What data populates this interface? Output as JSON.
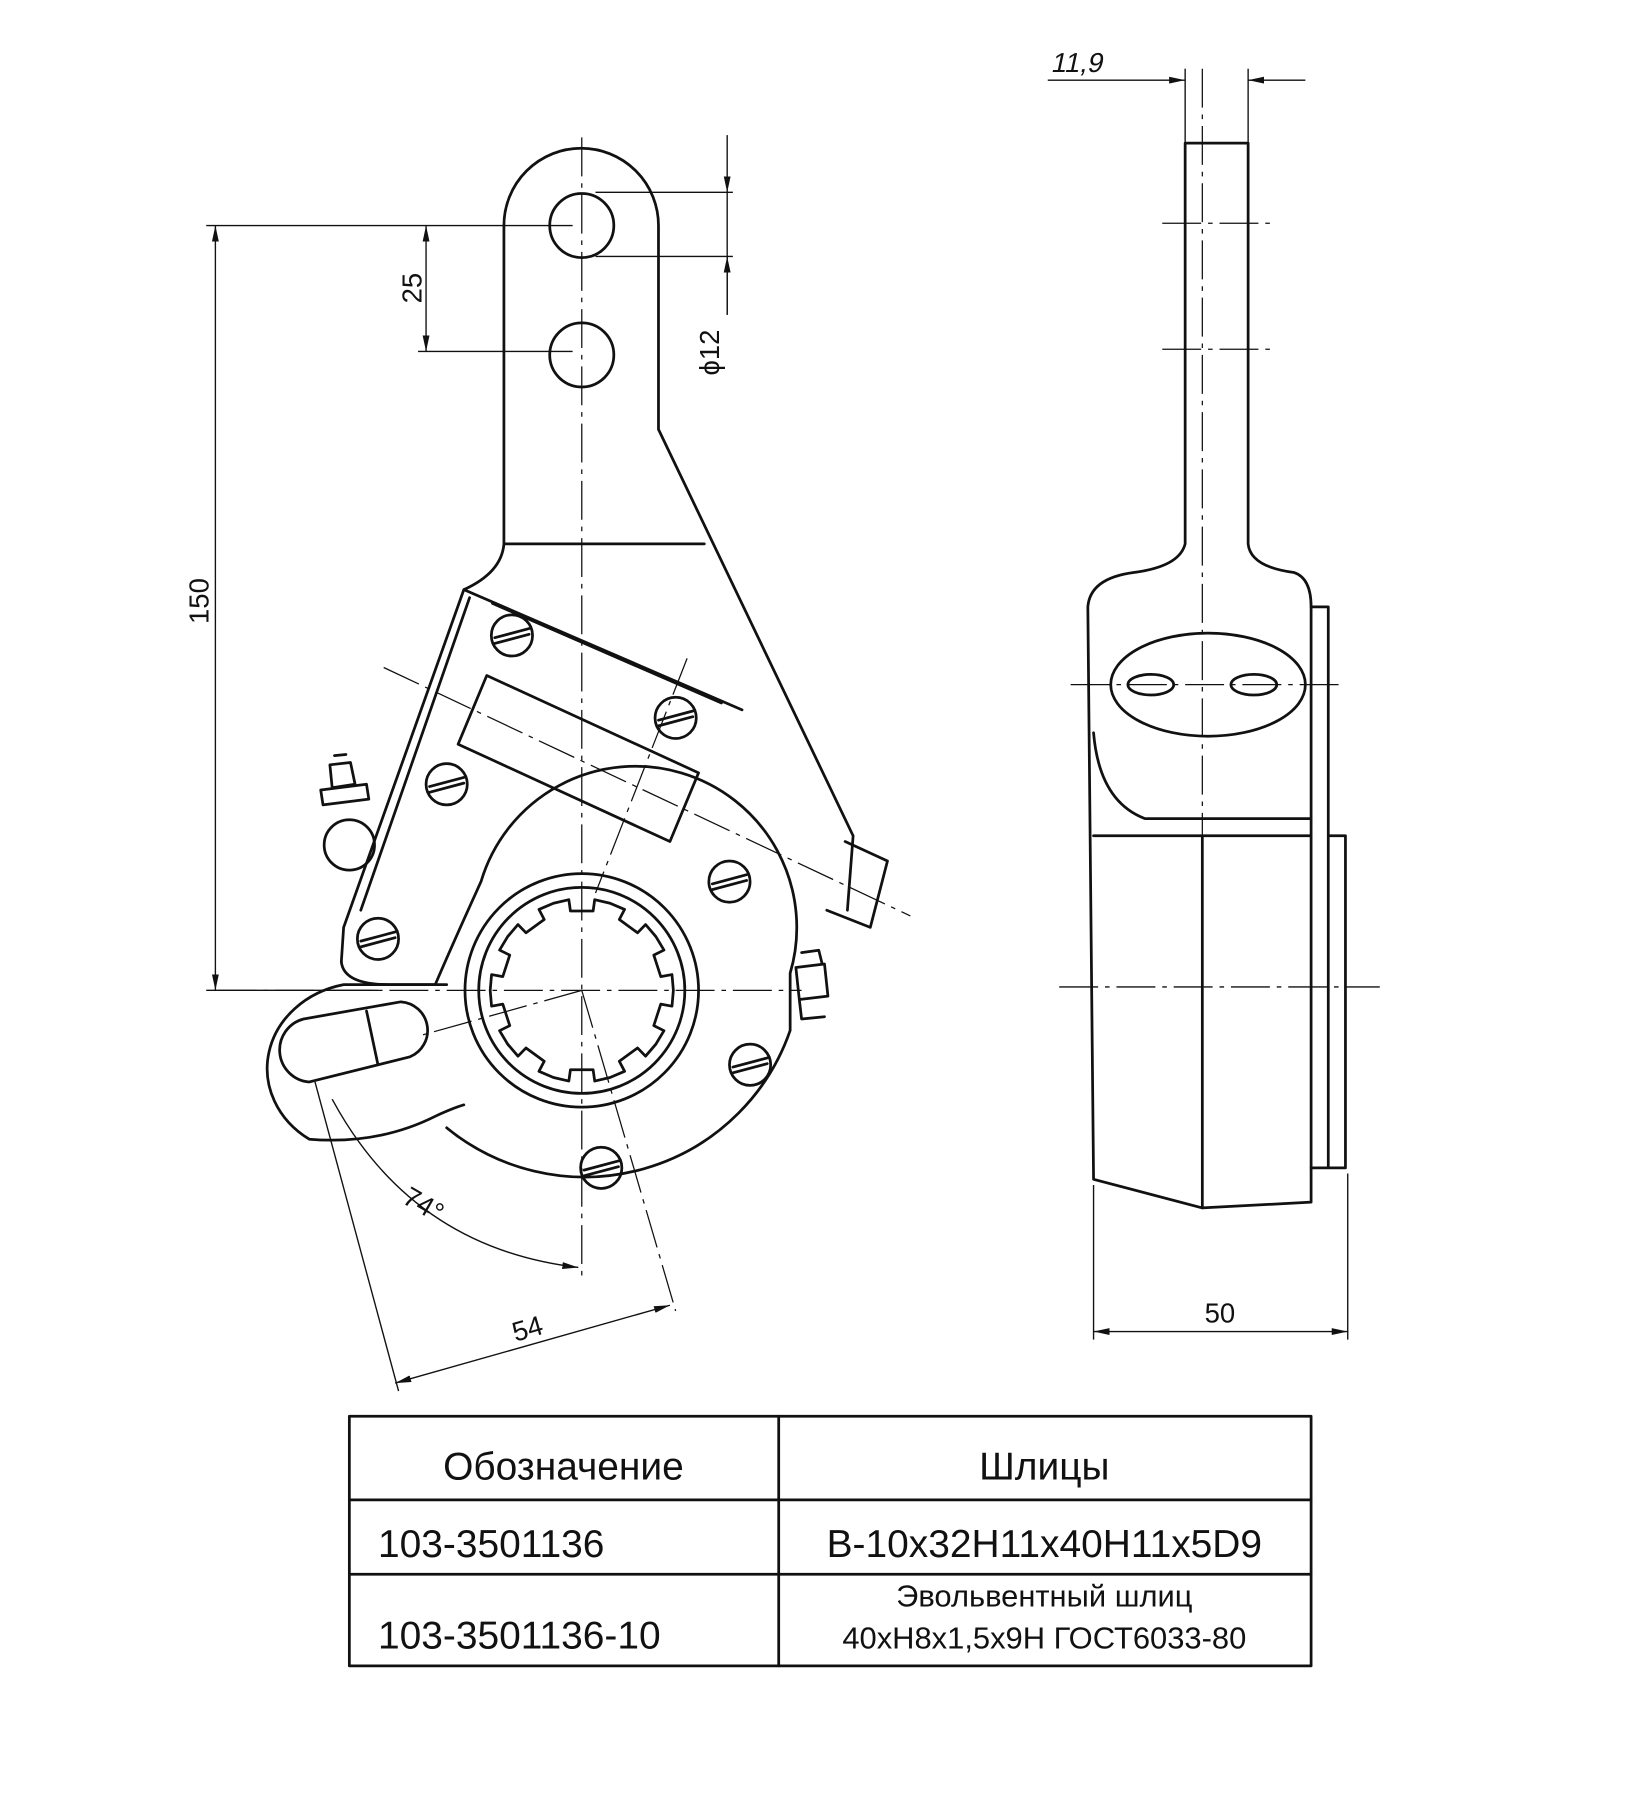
{
  "drawing": {
    "dimensions": {
      "height_150": "150",
      "hole_spacing_25": "25",
      "hole_diameter": "ϕ12",
      "angle": "74°",
      "offset_54": "54",
      "thickness": "11,9",
      "width_50": "50"
    }
  },
  "table": {
    "headers": [
      "Обозначение",
      "Шлицы"
    ],
    "rows": [
      {
        "designation": "103-3501136",
        "splines": [
          "В-10x32H11x40H11x5D9"
        ]
      },
      {
        "designation": "103-3501136-10",
        "splines": [
          "Эвольвентный шлиц",
          "40xH8x1,5x9H ГОСТ6033-80"
        ]
      }
    ]
  }
}
